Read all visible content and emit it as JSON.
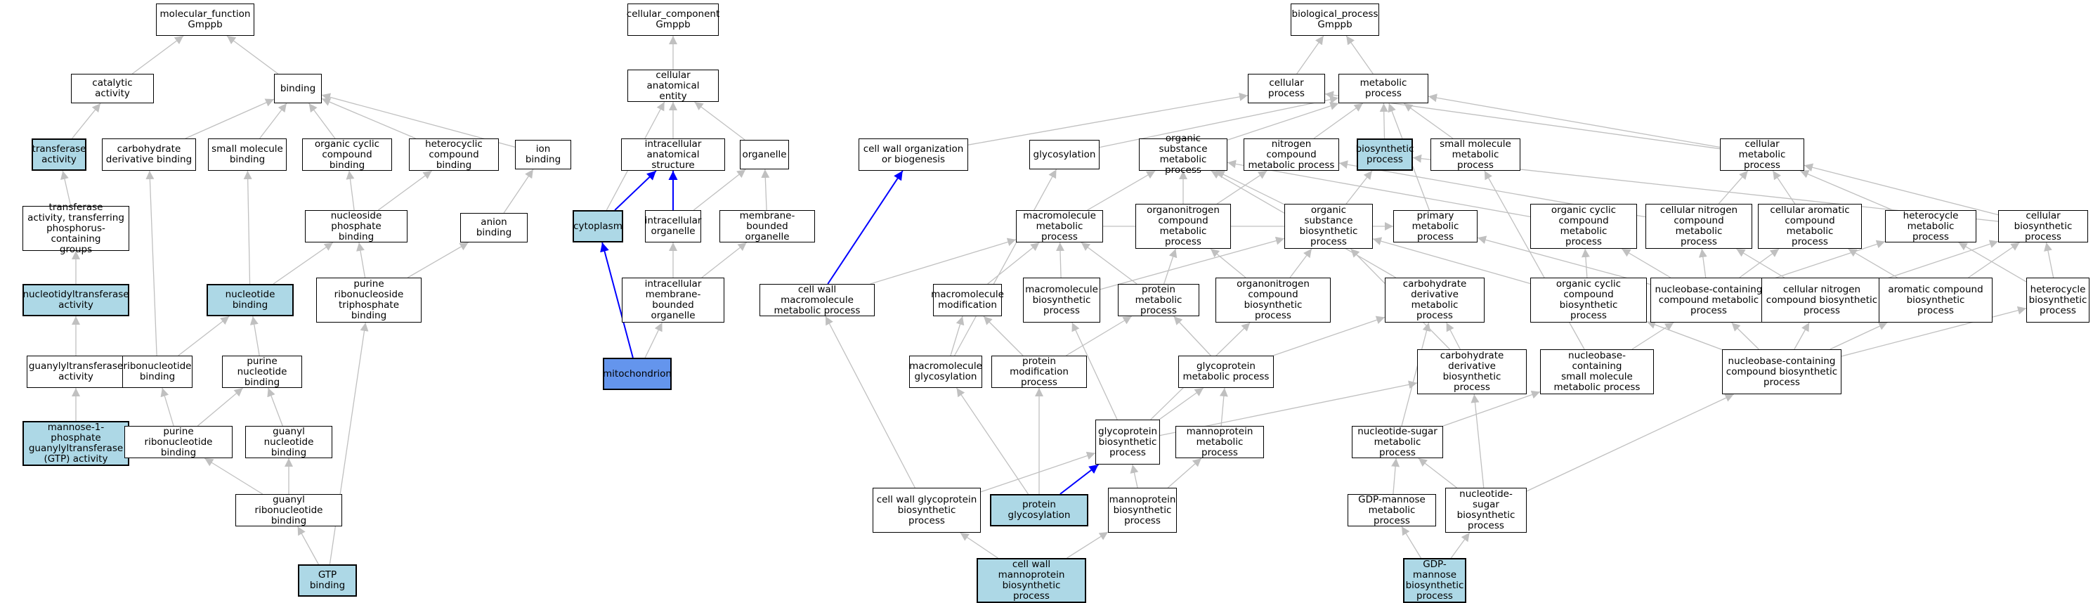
{
  "colors": {
    "edge": "#c0c0c0",
    "edge_hl": "#0000ff",
    "node_hl": "#add8e6",
    "node_hl2": "#6495ed"
  },
  "nodes": [
    {
      "id": "mf",
      "label": "molecular_function\nGmppb",
      "style": ""
    },
    {
      "id": "cc",
      "label": "cellular_component\nGmppb",
      "style": ""
    },
    {
      "id": "bp",
      "label": "biological_process\nGmppb",
      "style": ""
    },
    {
      "id": "catalytic",
      "label": "catalytic activity",
      "style": ""
    },
    {
      "id": "binding",
      "label": "binding",
      "style": ""
    },
    {
      "id": "cae",
      "label": "cellular anatomical\nentity",
      "style": ""
    },
    {
      "id": "cellproc",
      "label": "cellular process",
      "style": ""
    },
    {
      "id": "metproc",
      "label": "metabolic process",
      "style": ""
    },
    {
      "id": "transferase",
      "label": "transferase\nactivity",
      "style": "hl"
    },
    {
      "id": "carbderivbind",
      "label": "carbohydrate\nderivative binding",
      "style": ""
    },
    {
      "id": "smallmolbind",
      "label": "small molecule\nbinding",
      "style": ""
    },
    {
      "id": "orgcycbind",
      "label": "organic cyclic\ncompound binding",
      "style": ""
    },
    {
      "id": "hetbind",
      "label": "heterocyclic\ncompound binding",
      "style": ""
    },
    {
      "id": "ionbind",
      "label": "ion binding",
      "style": ""
    },
    {
      "id": "intracellas",
      "label": "intracellular\nanatomical structure",
      "style": ""
    },
    {
      "id": "organelle",
      "label": "organelle",
      "style": ""
    },
    {
      "id": "cwob",
      "label": "cell wall organization\nor biogenesis",
      "style": ""
    },
    {
      "id": "glycosylation",
      "label": "glycosylation",
      "style": ""
    },
    {
      "id": "osmp",
      "label": "organic substance\nmetabolic process",
      "style": ""
    },
    {
      "id": "ncmp",
      "label": "nitrogen compound\nmetabolic process",
      "style": ""
    },
    {
      "id": "biosynth",
      "label": "biosynthetic\nprocess",
      "style": "hl"
    },
    {
      "id": "smmp",
      "label": "small molecule\nmetabolic process",
      "style": ""
    },
    {
      "id": "cmp",
      "label": "cellular metabolic\nprocess",
      "style": ""
    },
    {
      "id": "transP",
      "label": "transferase\nactivity, transferring\nphosphorus-containing\ngroups",
      "style": ""
    },
    {
      "id": "nucphosbind",
      "label": "nucleoside phosphate\nbinding",
      "style": ""
    },
    {
      "id": "anionbind",
      "label": "anion binding",
      "style": ""
    },
    {
      "id": "cytoplasm",
      "label": "cytoplasm",
      "style": "hl"
    },
    {
      "id": "intraorg",
      "label": "intracellular\norganelle",
      "style": ""
    },
    {
      "id": "mbo",
      "label": "membrane-bounded\norganelle",
      "style": ""
    },
    {
      "id": "mmp",
      "label": "macromolecule\nmetabolic process",
      "style": ""
    },
    {
      "id": "oncmp",
      "label": "organonitrogen\ncompound metabolic\nprocess",
      "style": ""
    },
    {
      "id": "osbp",
      "label": "organic substance\nbiosynthetic\nprocess",
      "style": ""
    },
    {
      "id": "pmp",
      "label": "primary metabolic\nprocess",
      "style": ""
    },
    {
      "id": "occmp",
      "label": "organic cyclic\ncompound metabolic\nprocess",
      "style": ""
    },
    {
      "id": "cncmp",
      "label": "cellular nitrogen\ncompound metabolic\nprocess",
      "style": ""
    },
    {
      "id": "cacmp",
      "label": "cellular aromatic\ncompound metabolic\nprocess",
      "style": ""
    },
    {
      "id": "hmp",
      "label": "heterocycle\nmetabolic process",
      "style": ""
    },
    {
      "id": "cbp",
      "label": "cellular biosynthetic\nprocess",
      "style": ""
    },
    {
      "id": "nucltrans",
      "label": "nucleotidyltransferase\nactivity",
      "style": "hl"
    },
    {
      "id": "nucbind",
      "label": "nucleotide binding",
      "style": "hl"
    },
    {
      "id": "prntpbind",
      "label": "purine ribonucleoside\ntriphosphate\nbinding",
      "style": ""
    },
    {
      "id": "imbo",
      "label": "intracellular\nmembrane-bounded\norganelle",
      "style": ""
    },
    {
      "id": "cwmmp",
      "label": "cell wall macromolecule\nmetabolic process",
      "style": ""
    },
    {
      "id": "mmod",
      "label": "macromolecule\nmodification",
      "style": ""
    },
    {
      "id": "mbp",
      "label": "macromolecule\nbiosynthetic\nprocess",
      "style": ""
    },
    {
      "id": "protmp",
      "label": "protein metabolic\nprocess",
      "style": ""
    },
    {
      "id": "oncbp",
      "label": "organonitrogen\ncompound biosynthetic\nprocess",
      "style": ""
    },
    {
      "id": "cdmp",
      "label": "carbohydrate\nderivative metabolic\nprocess",
      "style": ""
    },
    {
      "id": "occbp",
      "label": "organic cyclic\ncompound biosynthetic\nprocess",
      "style": ""
    },
    {
      "id": "nccmp",
      "label": "nucleobase-containing\ncompound metabolic\nprocess",
      "style": ""
    },
    {
      "id": "cncbp",
      "label": "cellular nitrogen\ncompound biosynthetic\nprocess",
      "style": ""
    },
    {
      "id": "acbp",
      "label": "aromatic compound\nbiosynthetic\nprocess",
      "style": ""
    },
    {
      "id": "hbp",
      "label": "heterocycle\nbiosynthetic\nprocess",
      "style": ""
    },
    {
      "id": "guanylyl",
      "label": "guanylyltransferase\nactivity",
      "style": ""
    },
    {
      "id": "ribonucbind",
      "label": "ribonucleotide\nbinding",
      "style": ""
    },
    {
      "id": "purnucbind",
      "label": "purine nucleotide\nbinding",
      "style": ""
    },
    {
      "id": "mitochondrion",
      "label": "mitochondrion",
      "style": "hl2"
    },
    {
      "id": "mglyc",
      "label": "macromolecule\nglycosylation",
      "style": ""
    },
    {
      "id": "pmodp",
      "label": "protein modification\nprocess",
      "style": ""
    },
    {
      "id": "gpmp",
      "label": "glycoprotein\nmetabolic process",
      "style": ""
    },
    {
      "id": "cdbp",
      "label": "carbohydrate\nderivative biosynthetic\nprocess",
      "style": ""
    },
    {
      "id": "ncsmmp",
      "label": "nucleobase-containing\nsmall molecule\nmetabolic process",
      "style": ""
    },
    {
      "id": "nccbp",
      "label": "nucleobase-containing\ncompound biosynthetic\nprocess",
      "style": ""
    },
    {
      "id": "mannose1p",
      "label": "mannose-1-phosphate\nguanylyltransferase\n(GTP) activity",
      "style": "hl"
    },
    {
      "id": "prnbind",
      "label": "purine ribonucleotide\nbinding",
      "style": ""
    },
    {
      "id": "guanylnucbind",
      "label": "guanyl nucleotide\nbinding",
      "style": ""
    },
    {
      "id": "gpbp",
      "label": "glycoprotein\nbiosynthetic\nprocess",
      "style": ""
    },
    {
      "id": "mpmp",
      "label": "mannoprotein\nmetabolic process",
      "style": ""
    },
    {
      "id": "nsmp",
      "label": "nucleotide-sugar\nmetabolic process",
      "style": ""
    },
    {
      "id": "grnbind",
      "label": "guanyl ribonucleotide\nbinding",
      "style": ""
    },
    {
      "id": "cwgbp",
      "label": "cell wall glycoprotein\nbiosynthetic\nprocess",
      "style": ""
    },
    {
      "id": "protglyc",
      "label": "protein glycosylation",
      "style": "hl"
    },
    {
      "id": "mpbp",
      "label": "mannoprotein\nbiosynthetic\nprocess",
      "style": ""
    },
    {
      "id": "gdpmmp",
      "label": "GDP-mannose\nmetabolic process",
      "style": ""
    },
    {
      "id": "nsbp",
      "label": "nucleotide-sugar\nbiosynthetic\nprocess",
      "style": ""
    },
    {
      "id": "gtpbind",
      "label": "GTP binding",
      "style": "hl"
    },
    {
      "id": "cwmbp",
      "label": "cell wall mannoprotein\nbiosynthetic\nprocess",
      "style": "hl"
    },
    {
      "id": "gdpmbp",
      "label": "GDP-mannose\nbiosynthetic\nprocess",
      "style": "hl"
    }
  ],
  "edges": [
    [
      "catalytic",
      "mf",
      0
    ],
    [
      "binding",
      "mf",
      0
    ],
    [
      "transferase",
      "catalytic",
      0
    ],
    [
      "transP",
      "transferase",
      0
    ],
    [
      "nucltrans",
      "transP",
      0
    ],
    [
      "guanylyl",
      "nucltrans",
      0
    ],
    [
      "mannose1p",
      "guanylyl",
      0
    ],
    [
      "carbderivbind",
      "binding",
      0
    ],
    [
      "smallmolbind",
      "binding",
      0
    ],
    [
      "orgcycbind",
      "binding",
      0
    ],
    [
      "hetbind",
      "binding",
      0
    ],
    [
      "ionbind",
      "binding",
      0
    ],
    [
      "nucphosbind",
      "orgcycbind",
      0
    ],
    [
      "nucphosbind",
      "hetbind",
      0
    ],
    [
      "nucbind",
      "smallmolbind",
      0
    ],
    [
      "nucbind",
      "nucphosbind",
      0
    ],
    [
      "anionbind",
      "ionbind",
      0
    ],
    [
      "prntpbind",
      "anionbind",
      0
    ],
    [
      "prntpbind",
      "nucphosbind",
      0
    ],
    [
      "ribonucbind",
      "carbderivbind",
      0
    ],
    [
      "ribonucbind",
      "nucbind",
      0
    ],
    [
      "purnucbind",
      "nucbind",
      0
    ],
    [
      "prnbind",
      "ribonucbind",
      0
    ],
    [
      "prnbind",
      "purnucbind",
      0
    ],
    [
      "guanylnucbind",
      "purnucbind",
      0
    ],
    [
      "grnbind",
      "prnbind",
      0
    ],
    [
      "grnbind",
      "guanylnucbind",
      0
    ],
    [
      "gtpbind",
      "grnbind",
      0
    ],
    [
      "gtpbind",
      "prntpbind",
      0
    ],
    [
      "cae",
      "cc",
      0
    ],
    [
      "intracellas",
      "cae",
      0
    ],
    [
      "organelle",
      "cae",
      0
    ],
    [
      "cytoplasm",
      "cae",
      0
    ],
    [
      "cytoplasm",
      "intracellas",
      1
    ],
    [
      "intraorg",
      "intracellas",
      1
    ],
    [
      "intraorg",
      "organelle",
      0
    ],
    [
      "mbo",
      "organelle",
      0
    ],
    [
      "imbo",
      "intraorg",
      0
    ],
    [
      "imbo",
      "mbo",
      0
    ],
    [
      "mitochondrion",
      "cytoplasm",
      1
    ],
    [
      "mitochondrion",
      "imbo",
      0
    ],
    [
      "cellproc",
      "bp",
      0
    ],
    [
      "metproc",
      "bp",
      0
    ],
    [
      "cwob",
      "cellproc",
      0
    ],
    [
      "glycosylation",
      "metproc",
      0
    ],
    [
      "osmp",
      "metproc",
      0
    ],
    [
      "ncmp",
      "metproc",
      0
    ],
    [
      "biosynth",
      "metproc",
      0
    ],
    [
      "smmp",
      "metproc",
      0
    ],
    [
      "cmp",
      "metproc",
      0
    ],
    [
      "cmp",
      "cellproc",
      0
    ],
    [
      "pmp",
      "metproc",
      0
    ],
    [
      "mmp",
      "osmp",
      0
    ],
    [
      "mmp",
      "pmp",
      0
    ],
    [
      "oncmp",
      "osmp",
      0
    ],
    [
      "oncmp",
      "ncmp",
      0
    ],
    [
      "osbp",
      "osmp",
      0
    ],
    [
      "osbp",
      "biosynth",
      0
    ],
    [
      "occmp",
      "osmp",
      0
    ],
    [
      "cncmp",
      "ncmp",
      0
    ],
    [
      "cncmp",
      "cmp",
      0
    ],
    [
      "cacmp",
      "cmp",
      0
    ],
    [
      "hmp",
      "cmp",
      0
    ],
    [
      "cbp",
      "cmp",
      0
    ],
    [
      "cbp",
      "biosynth",
      0
    ],
    [
      "cwmmp",
      "cwob",
      1
    ],
    [
      "cwmmp",
      "mmp",
      0
    ],
    [
      "mmod",
      "mmp",
      0
    ],
    [
      "mbp",
      "mmp",
      0
    ],
    [
      "mbp",
      "osbp",
      0
    ],
    [
      "protmp",
      "oncmp",
      0
    ],
    [
      "protmp",
      "mmp",
      0
    ],
    [
      "oncbp",
      "oncmp",
      0
    ],
    [
      "oncbp",
      "osbp",
      0
    ],
    [
      "cdmp",
      "osmp",
      0
    ],
    [
      "occbp",
      "occmp",
      0
    ],
    [
      "occbp",
      "osbp",
      0
    ],
    [
      "nccmp",
      "occmp",
      0
    ],
    [
      "nccmp",
      "cncmp",
      0
    ],
    [
      "nccmp",
      "cacmp",
      0
    ],
    [
      "nccmp",
      "hmp",
      0
    ],
    [
      "nccmp",
      "pmp",
      0
    ],
    [
      "cncbp",
      "cncmp",
      0
    ],
    [
      "cncbp",
      "cbp",
      0
    ],
    [
      "acbp",
      "cacmp",
      0
    ],
    [
      "acbp",
      "cbp",
      0
    ],
    [
      "hbp",
      "hmp",
      0
    ],
    [
      "hbp",
      "cbp",
      0
    ],
    [
      "mglyc",
      "mmod",
      0
    ],
    [
      "mglyc",
      "glycosylation",
      0
    ],
    [
      "pmodp",
      "mmod",
      0
    ],
    [
      "pmodp",
      "protmp",
      0
    ],
    [
      "gpmp",
      "protmp",
      0
    ],
    [
      "gpmp",
      "cdmp",
      0
    ],
    [
      "cdbp",
      "cdmp",
      0
    ],
    [
      "cdbp",
      "osbp",
      0
    ],
    [
      "ncsmmp",
      "nccmp",
      0
    ],
    [
      "ncsmmp",
      "smmp",
      0
    ],
    [
      "nccbp",
      "nccmp",
      0
    ],
    [
      "nccbp",
      "occbp",
      0
    ],
    [
      "nccbp",
      "cncbp",
      0
    ],
    [
      "nccbp",
      "acbp",
      0
    ],
    [
      "nccbp",
      "hbp",
      0
    ],
    [
      "gpbp",
      "gpmp",
      0
    ],
    [
      "gpbp",
      "mbp",
      0
    ],
    [
      "gpbp",
      "oncbp",
      0
    ],
    [
      "gpbp",
      "cdbp",
      0
    ],
    [
      "mpmp",
      "gpmp",
      0
    ],
    [
      "nsmp",
      "cdmp",
      0
    ],
    [
      "nsmp",
      "ncsmmp",
      0
    ],
    [
      "cwgbp",
      "cwmmp",
      0
    ],
    [
      "cwgbp",
      "gpbp",
      0
    ],
    [
      "protglyc",
      "gpbp",
      1
    ],
    [
      "protglyc",
      "mglyc",
      0
    ],
    [
      "protglyc",
      "pmodp",
      0
    ],
    [
      "mpbp",
      "gpbp",
      0
    ],
    [
      "mpbp",
      "mpmp",
      0
    ],
    [
      "gdpmmp",
      "nsmp",
      0
    ],
    [
      "nsbp",
      "nsmp",
      0
    ],
    [
      "nsbp",
      "cdbp",
      0
    ],
    [
      "nsbp",
      "nccbp",
      0
    ],
    [
      "cwmbp",
      "cwgbp",
      0
    ],
    [
      "cwmbp",
      "mpbp",
      0
    ],
    [
      "gdpmbp",
      "gdpmmp",
      0
    ],
    [
      "gdpmbp",
      "nsbp",
      0
    ]
  ]
}
